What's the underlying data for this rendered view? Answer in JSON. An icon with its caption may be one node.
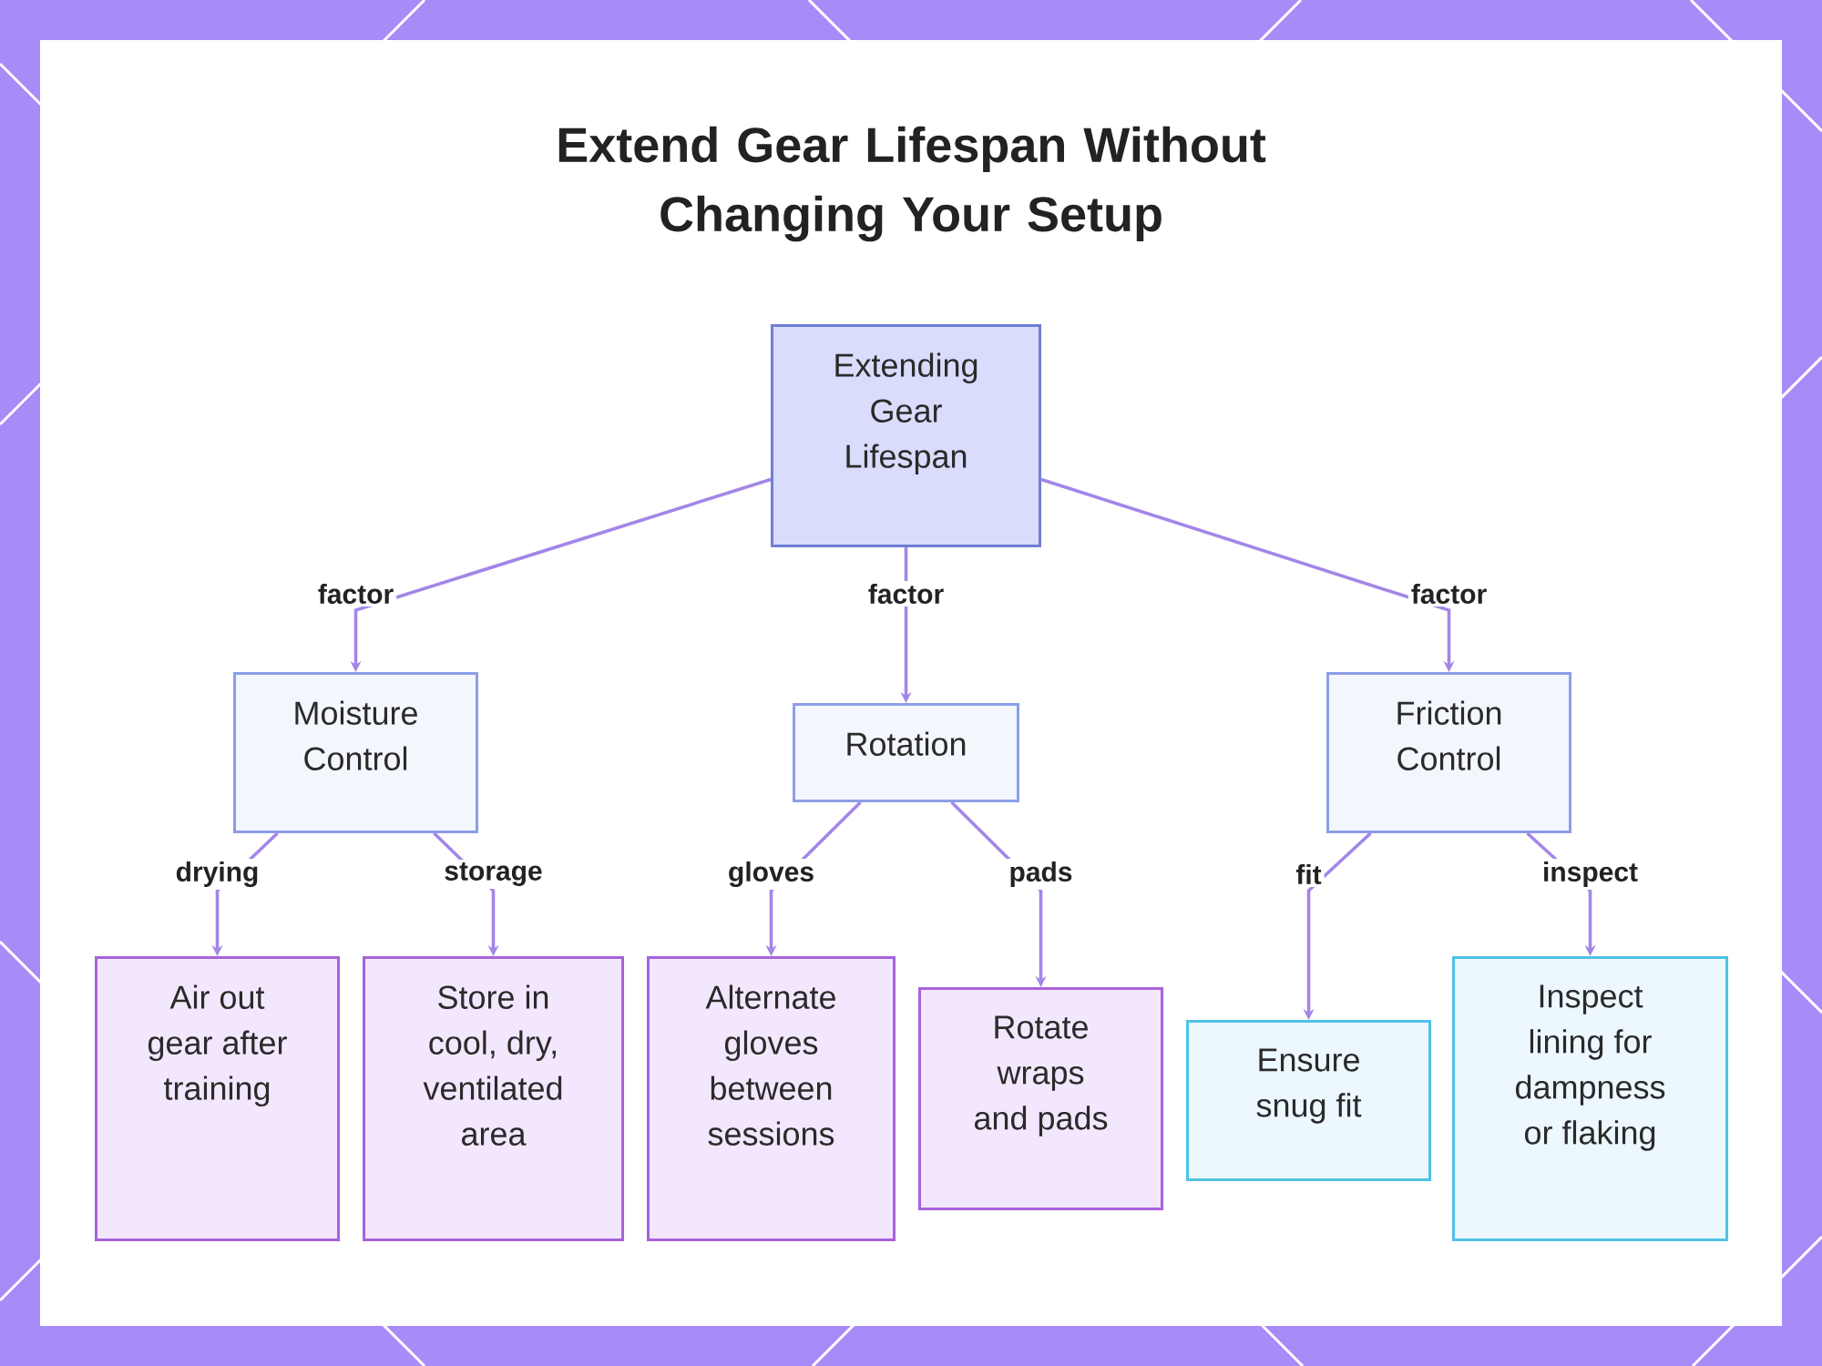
{
  "diagram": {
    "title": "Extend Gear Lifespan Without Changing Your Setup",
    "nodes": [
      {
        "text": [
          "Extending Gear Lifespan"
        ]
      },
      {
        "text": [
          "Moisture Control"
        ]
      },
      {
        "text": [
          "Rotation"
        ]
      },
      {
        "text": [
          "Friction Control"
        ]
      },
      {
        "text": [
          "Air out gear after training"
        ]
      },
      {
        "text": [
          "Store in cool, dry, ventilated area"
        ]
      },
      {
        "text": [
          "Alternate gloves between sessions"
        ]
      },
      {
        "text": [
          "Rotate wraps and pads"
        ]
      },
      {
        "text": [
          "Ensure snug fit"
        ]
      },
      {
        "text": [
          "Inspect lining for dampness or flaking"
        ]
      }
    ],
    "edges": [
      {
        "from": 0,
        "to": 1,
        "arrow": "to",
        "label": "factor"
      },
      {
        "from": 0,
        "to": 2,
        "arrow": "to",
        "label": "factor"
      },
      {
        "from": 0,
        "to": 3,
        "arrow": "to",
        "label": "factor"
      },
      {
        "from": 1,
        "to": 4,
        "arrow": "to",
        "label": "drying"
      },
      {
        "from": 1,
        "to": 5,
        "arrow": "to",
        "label": "storage"
      },
      {
        "from": 2,
        "to": 6,
        "arrow": "to",
        "label": "gloves"
      },
      {
        "from": 2,
        "to": 7,
        "arrow": "to",
        "label": "pads"
      },
      {
        "from": 3,
        "to": 8,
        "arrow": "to",
        "label": "fit"
      },
      {
        "from": 3,
        "to": 9,
        "arrow": "to",
        "label": "inspect"
      }
    ]
  }
}
